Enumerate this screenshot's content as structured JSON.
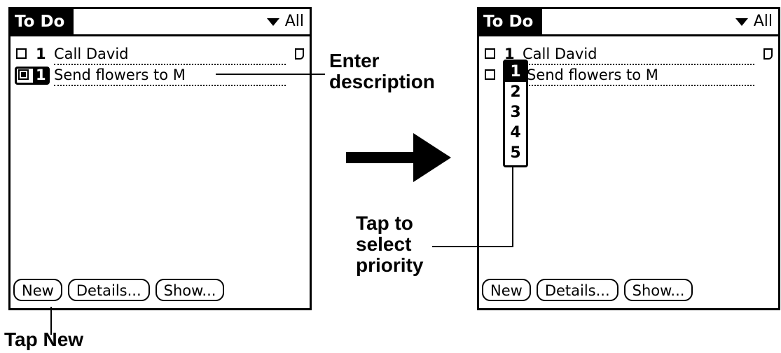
{
  "app": {
    "title": "To Do",
    "category": "All"
  },
  "left_screen": {
    "items": [
      {
        "priority": "1",
        "description": "Call David",
        "has_note": true
      },
      {
        "priority": "1",
        "description": "Send flowers to M",
        "selected": true
      }
    ]
  },
  "right_screen": {
    "items": [
      {
        "priority": "1",
        "description": "Call David",
        "has_note": true
      },
      {
        "priority": "1",
        "description": "Send flowers to M"
      }
    ],
    "priority_menu": [
      "1",
      "2",
      "3",
      "4",
      "5"
    ]
  },
  "buttons": {
    "new": "New",
    "details": "Details...",
    "show": "Show..."
  },
  "callouts": {
    "enter_description": "Enter\ndescription",
    "tap_to_select": "Tap to\nselect\npriority",
    "tap_new": "Tap New"
  }
}
